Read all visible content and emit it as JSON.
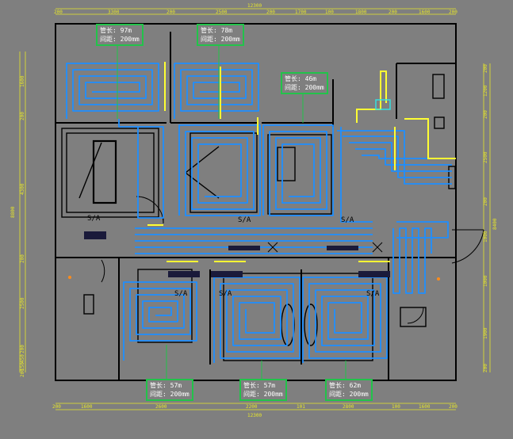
{
  "notes": [
    {
      "length": "管长: 97m",
      "spacing": "间距: 200mm"
    },
    {
      "length": "管长: 78m",
      "spacing": "间距: 200mm"
    },
    {
      "length": "管长: 46m",
      "spacing": "间距: 200mm"
    },
    {
      "length": "管长: 57m",
      "spacing": "间距: 200mm"
    },
    {
      "length": "管长: 57m",
      "spacing": "间距: 200mm"
    },
    {
      "length": "管长: 62m",
      "spacing": "间距: 200mm"
    }
  ],
  "dims": {
    "top_total": "12300",
    "top": [
      "200",
      "3300",
      "200",
      "2500",
      "200",
      "1700",
      "100",
      "1800",
      "200",
      "1600",
      "200"
    ],
    "bottom_total": "12300",
    "bottom": [
      "200",
      "1600",
      "2600",
      "2200",
      "101",
      "2800",
      "100",
      "1600",
      "200"
    ],
    "left_total": "8800",
    "left": [
      "1600",
      "200",
      "4300",
      "200",
      "2500",
      "200",
      "450",
      "150",
      "200"
    ],
    "right_total": "8400",
    "right": [
      "200",
      "1200",
      "200",
      "2500",
      "200",
      "1000",
      "1000",
      "1900",
      "200"
    ]
  },
  "labels": {
    "sa": "S/A"
  },
  "colors": {
    "pipe": "#1e8fff",
    "wall": "#000000",
    "dim": "#e6e62a",
    "note": "#22c34a",
    "background": "#7f7f7f"
  }
}
